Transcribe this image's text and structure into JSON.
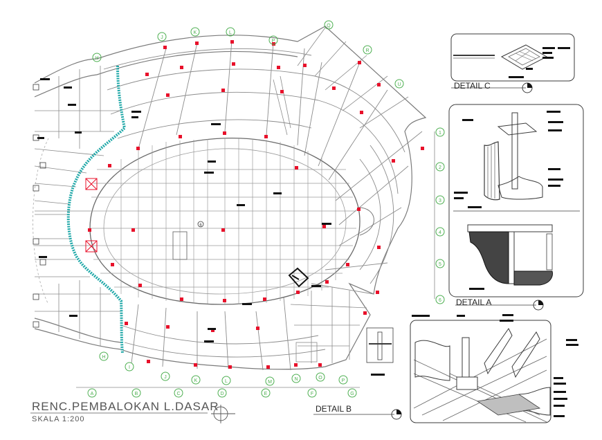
{
  "drawing": {
    "title": "RENC.PEMBALOKAN L.DASAR",
    "scale": "SKALA 1:200"
  },
  "details": {
    "a_label": "DETAIL A",
    "b_label": "DETAIL B",
    "c_label": "DETAIL C"
  },
  "grid_bubbles": {
    "bottom_straight": [
      "A",
      "B",
      "C",
      "D",
      "E",
      "F",
      "G"
    ],
    "bottom_curved": [
      "H",
      "I",
      "J",
      "K",
      "L",
      "M",
      "N",
      "O",
      "P"
    ],
    "top_curved": [
      "H",
      "J",
      "K",
      "L",
      "P",
      "Q",
      "R",
      "U"
    ],
    "right_numbers": [
      "1",
      "2",
      "3",
      "4",
      "5",
      "6"
    ],
    "center_mark": "6"
  },
  "colors": {
    "line": "#8a8a8a",
    "line_dark": "#3a3a3a",
    "column": "#e8102a",
    "wall_hatch": "#20a8a8",
    "bubble": "#4caf50",
    "text": "#555555"
  }
}
